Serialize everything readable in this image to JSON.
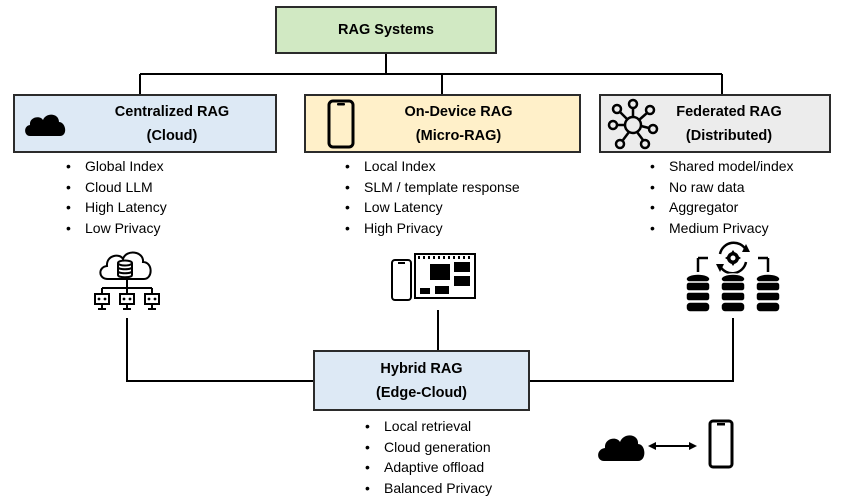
{
  "root": {
    "label": "RAG Systems"
  },
  "centralized": {
    "title": "Centralized RAG",
    "subtitle": "(Cloud)",
    "icon": "cloud-icon",
    "bullets": [
      "Global Index",
      "Cloud LLM",
      "High Latency",
      "Low Privacy"
    ],
    "illustration": "cloud-database-network-icon"
  },
  "on_device": {
    "title": "On-Device RAG",
    "subtitle": "(Micro-RAG)",
    "icon": "smartphone-icon",
    "bullets": [
      "Local Index",
      "SLM / template response",
      "Low Latency",
      "High Privacy"
    ],
    "illustration": "phone-and-board-icon"
  },
  "federated": {
    "title": "Federated RAG",
    "subtitle": "(Distributed)",
    "icon": "hub-network-icon",
    "bullets": [
      "Shared model/index",
      "No raw data",
      "Aggregator",
      "Medium Privacy"
    ],
    "illustration": "sync-databases-icon"
  },
  "hybrid": {
    "title": "Hybrid RAG",
    "subtitle": "(Edge-Cloud)",
    "bullets": [
      "Local retrieval",
      "Cloud generation",
      "Adaptive offload",
      "Balanced Privacy"
    ],
    "illustration": "cloud-phone-exchange-icon"
  },
  "colors": {
    "root_fill": "#d1e9c3",
    "cloud_fill": "#dde9f5",
    "device_fill": "#fff0c9",
    "federated_fill": "#ececec",
    "line": "#000000"
  }
}
